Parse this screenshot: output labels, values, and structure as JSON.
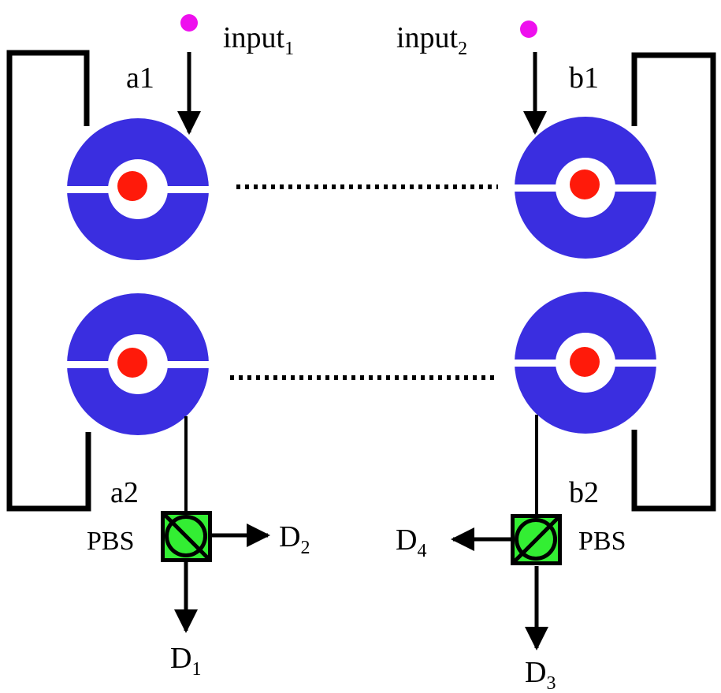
{
  "colors": {
    "cavity": "#3a2ee0",
    "atom": "#ff1a0a",
    "photon": "#ee10ee",
    "pbs": "#33ee33",
    "line": "#000000"
  },
  "labels": {
    "input1": {
      "base": "input",
      "sub": "1"
    },
    "input2": {
      "base": "input",
      "sub": "2"
    },
    "a1": "a1",
    "b1": "b1",
    "a2": "a2",
    "b2": "b2",
    "pbs_left": "PBS",
    "pbs_right": "PBS",
    "d1": {
      "base": "D",
      "sub": "1"
    },
    "d2": {
      "base": "D",
      "sub": "2"
    },
    "d3": {
      "base": "D",
      "sub": "3"
    },
    "d4": {
      "base": "D",
      "sub": "4"
    }
  }
}
